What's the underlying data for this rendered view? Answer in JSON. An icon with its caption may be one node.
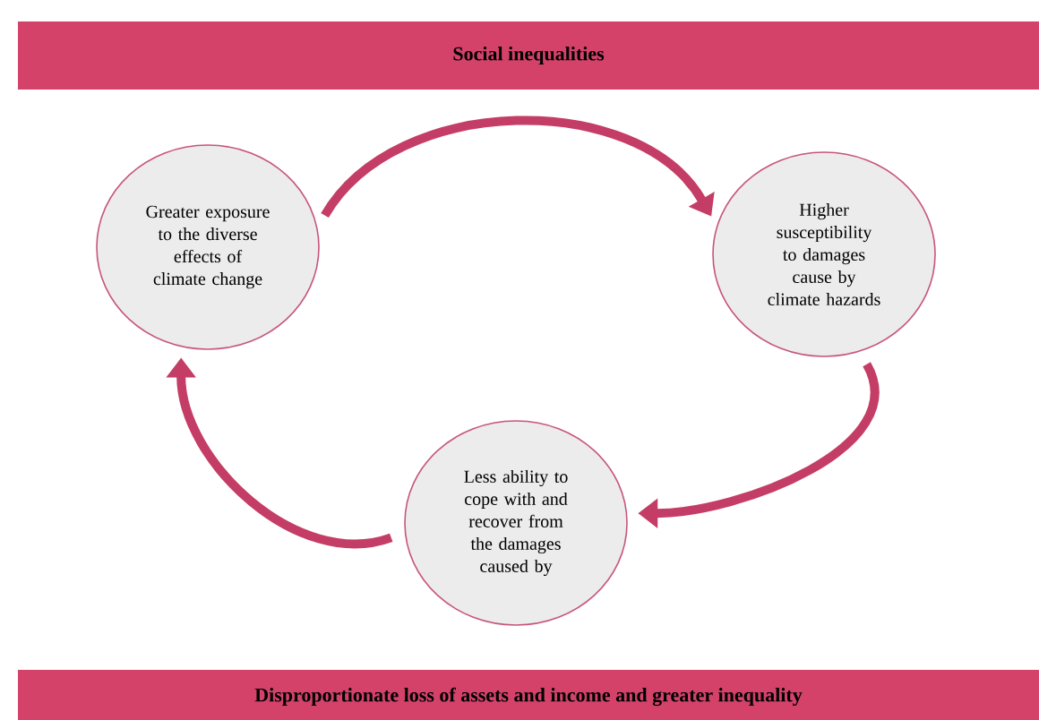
{
  "diagram": {
    "nodes": [
      {
        "text": [
          "Social inequalities"
        ]
      },
      {
        "text": [
          "Greater exposure to the diverse effects of climate change"
        ]
      },
      {
        "text": [
          "Higher susceptibility to damages cause by climate hazards"
        ]
      },
      {
        "text": [
          "Less ability to cope with and recover from the damages caused by"
        ]
      },
      {
        "text": [
          "Disproportionate loss of assets and income and greater inequality"
        ]
      }
    ],
    "edges": [
      {
        "from": 1,
        "to": 2,
        "arrow": "to"
      },
      {
        "from": 2,
        "to": 3,
        "arrow": "to"
      },
      {
        "from": 3,
        "to": 1,
        "arrow": "to"
      }
    ]
  }
}
